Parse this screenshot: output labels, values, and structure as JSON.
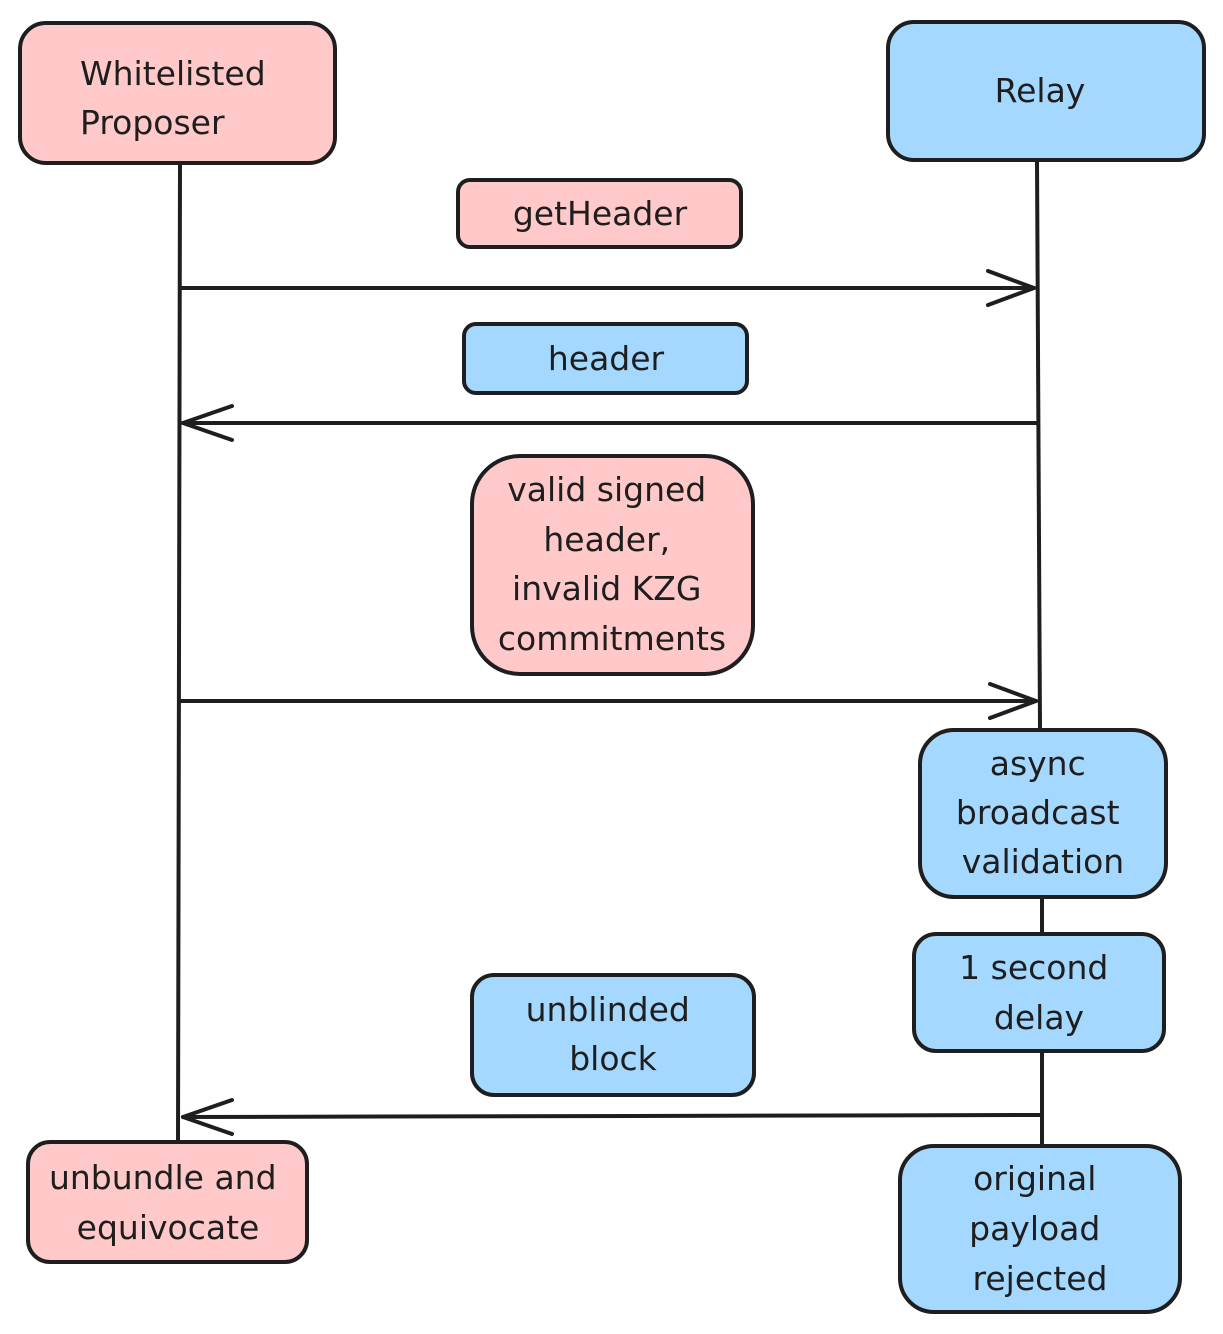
{
  "participants": {
    "proposer": "Whitelisted Proposer",
    "relay": "Relay"
  },
  "messages": {
    "get_header": "getHeader",
    "header": "header",
    "signed_header": "valid signed header, invalid KZG commitments",
    "unblinded_block": "unblinded block"
  },
  "relay_steps": {
    "async_validation": "async broadcast validation",
    "delay": "1 second delay",
    "rejected": "original payload rejected"
  },
  "proposer_outcome": "unbundle and equivocate",
  "colors": {
    "proposer": "#ffc9c9",
    "relay": "#a5d8ff",
    "stroke": "#1e1e1e"
  }
}
